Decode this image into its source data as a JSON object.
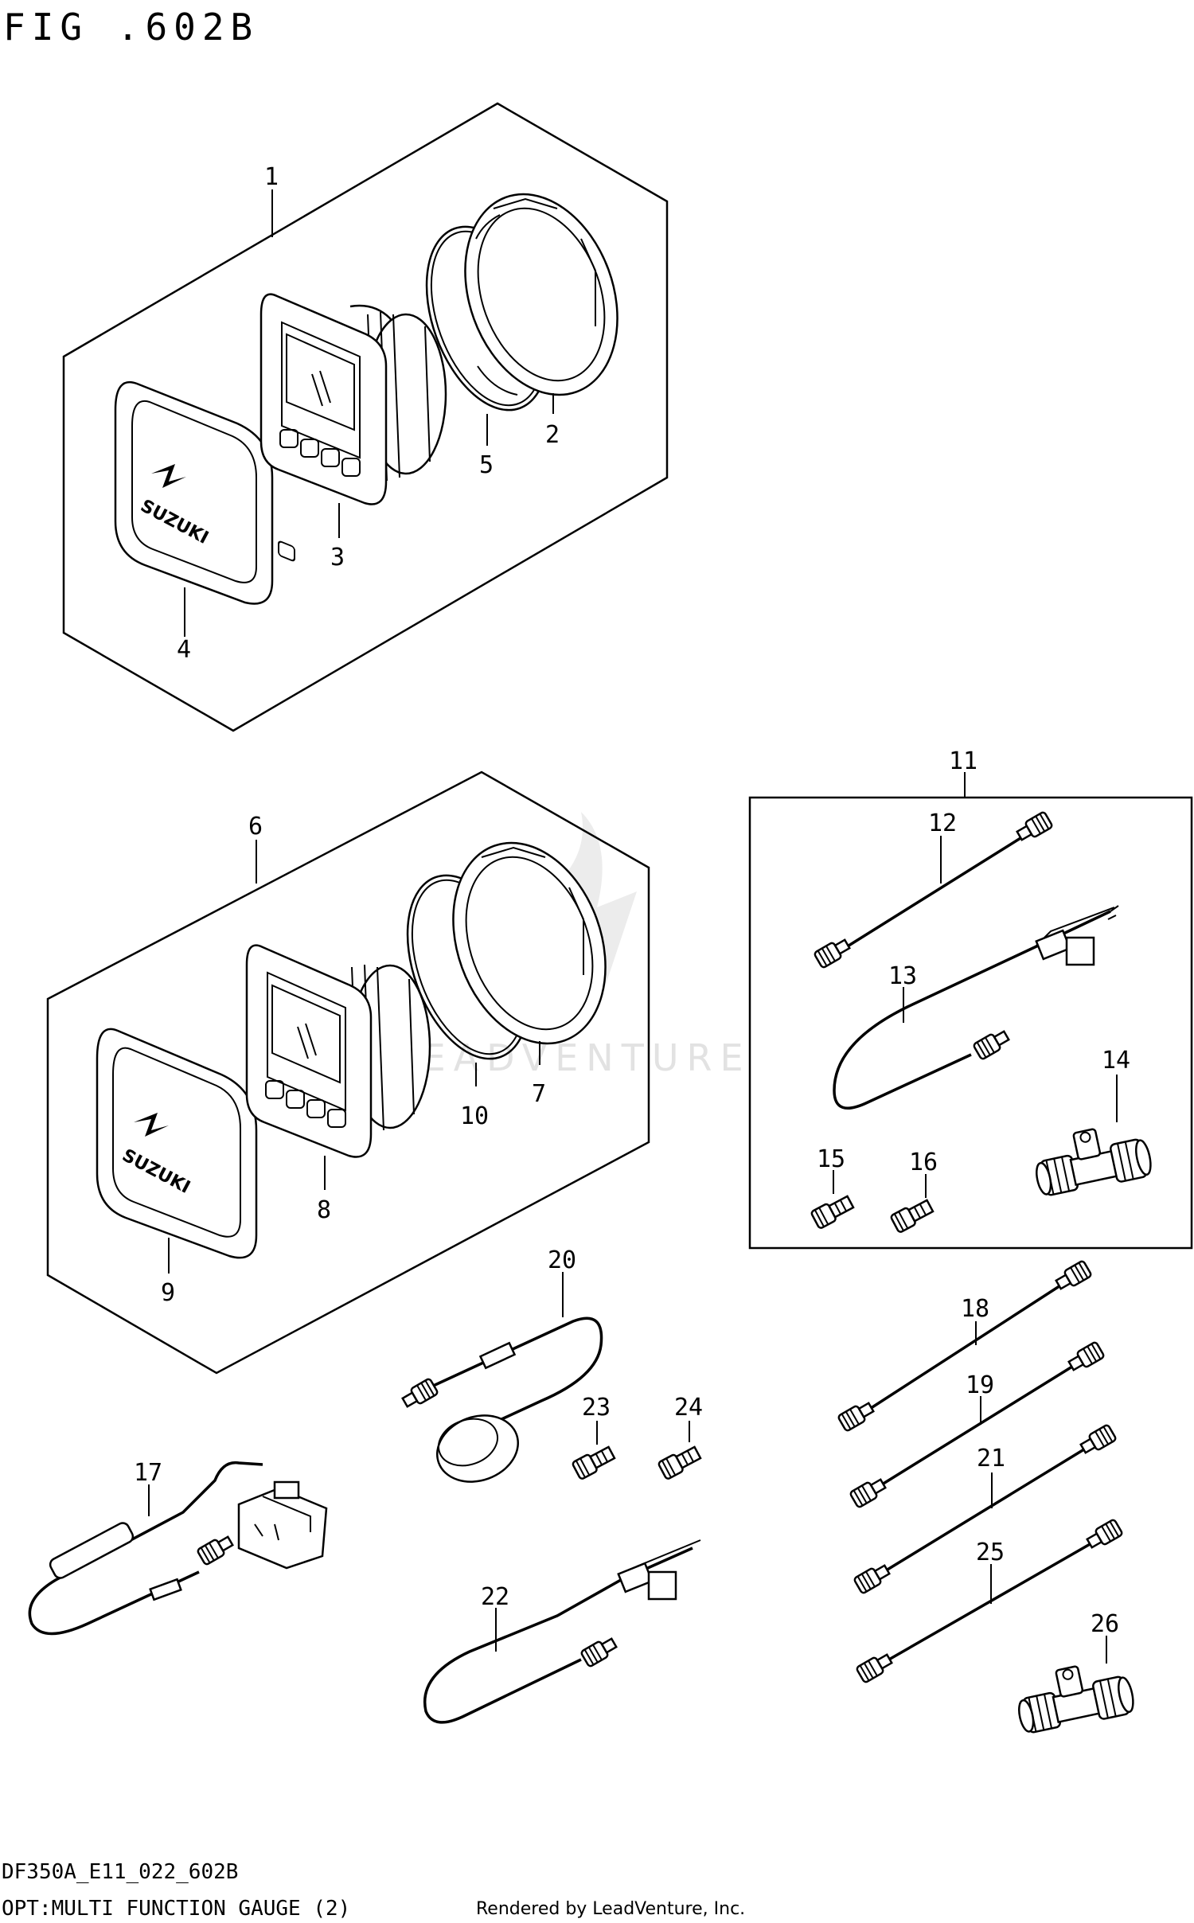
{
  "header": {
    "figure_title": "FIG .602B"
  },
  "footer": {
    "model_code": "DF350A_E11_022_602B",
    "caption": "OPT:MULTI FUNCTION GAUGE (2)",
    "credit": "Rendered by LeadVenture, Inc."
  },
  "watermark": {
    "text": "LEADVENTURE"
  },
  "parts": {
    "p1": "1",
    "p2": "2",
    "p3": "3",
    "p4": "4",
    "p5": "5",
    "p6": "6",
    "p7": "7",
    "p8": "8",
    "p9": "9",
    "p10": "10",
    "p11": "11",
    "p12": "12",
    "p13": "13",
    "p14": "14",
    "p15": "15",
    "p16": "16",
    "p17": "17",
    "p18": "18",
    "p19": "19",
    "p20": "20",
    "p21": "21",
    "p22": "22",
    "p23": "23",
    "p24": "24",
    "p25": "25",
    "p26": "26"
  },
  "brand_marks": {
    "bezel_logo_text": "SUZUKI"
  }
}
